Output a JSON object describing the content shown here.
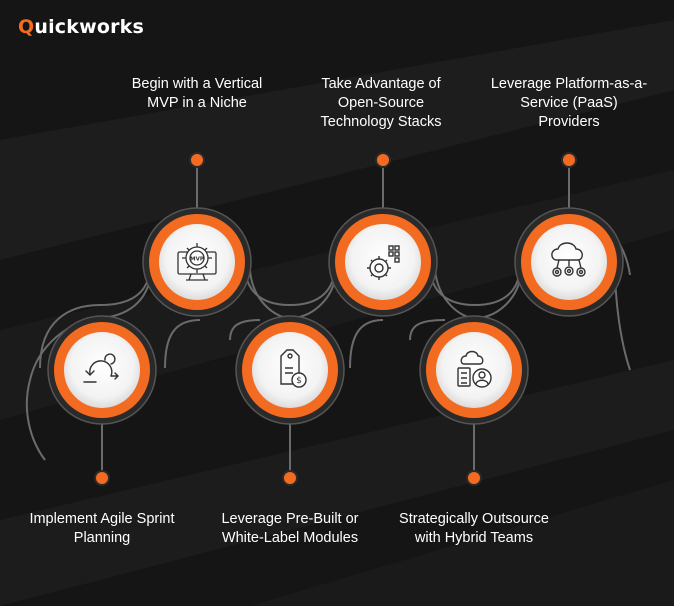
{
  "brand": {
    "logo_prefix": "Q",
    "logo_rest": "uickworks"
  },
  "colors": {
    "accent": "#f26b21",
    "background": "#151515",
    "connector": "#6b6b6b"
  },
  "steps": [
    {
      "label": "Implement Agile Sprint Planning",
      "icon": "agile-sprint-cycle-icon",
      "position": "bottom"
    },
    {
      "label": "Begin with a Vertical MVP in a Niche",
      "icon": "mvp-gear-monitor-icon",
      "position": "top"
    },
    {
      "label": "Leverage Pre-Built or White-Label Modules",
      "icon": "price-tag-dollar-icon",
      "position": "bottom"
    },
    {
      "label": "Take Advantage of Open-Source Technology Stacks",
      "icon": "gear-code-icon",
      "position": "top"
    },
    {
      "label": "Strategically Outsource with Hybrid Teams",
      "icon": "cloud-server-user-icon",
      "position": "bottom"
    },
    {
      "label": "Leverage Platform-as-a-Service (PaaS) Providers",
      "icon": "cloud-gears-icon",
      "position": "top"
    }
  ]
}
